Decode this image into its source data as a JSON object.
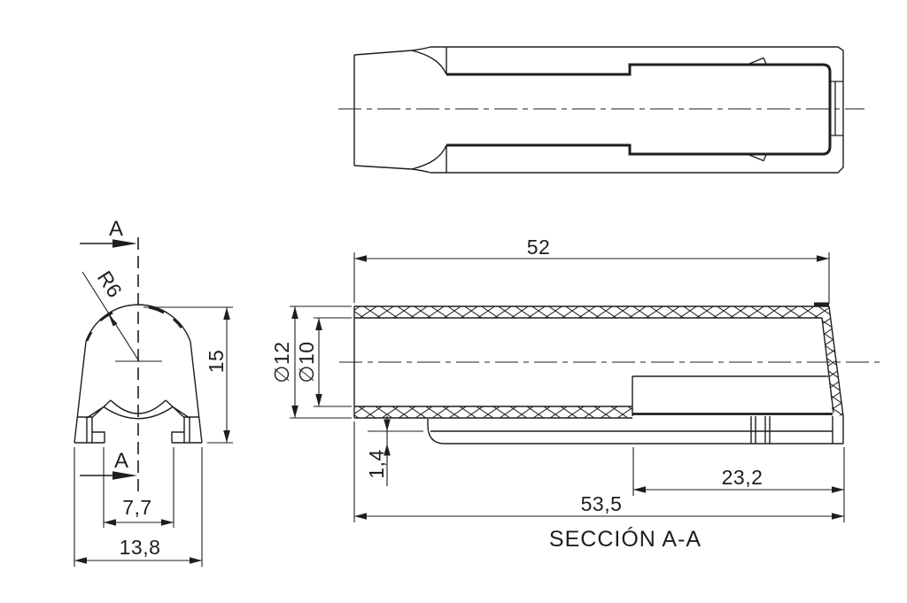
{
  "drawing": {
    "title_label": "SECCIÓN A-A",
    "cutting_plane": {
      "letter": "A"
    },
    "front_view": {
      "radius_label": "R6",
      "height": "15",
      "inner_width": "7,7",
      "outer_width": "13,8"
    },
    "section_view": {
      "tube_length": "52",
      "outer_diameter": "∅12",
      "inner_diameter": "∅10",
      "lip_thickness": "1,4",
      "insert_length": "23,2",
      "total_length": "53,5"
    },
    "colors": {
      "line": "#1e1e1e",
      "background": "#ffffff"
    }
  }
}
